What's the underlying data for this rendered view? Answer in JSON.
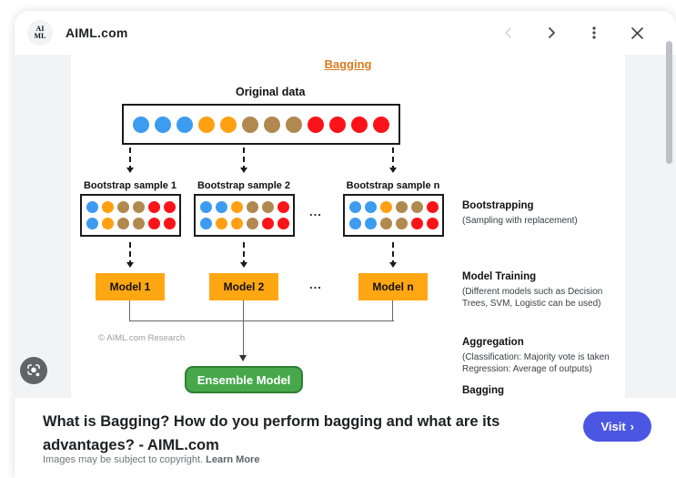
{
  "header": {
    "title": "AIML.com",
    "avatar_line1": "AI",
    "avatar_line2": "ML"
  },
  "diagram": {
    "title": "Bagging",
    "original_label": "Original data",
    "original_dots": [
      "blue",
      "blue",
      "blue",
      "orange",
      "orange",
      "brown",
      "brown",
      "brown",
      "red",
      "red",
      "red",
      "red"
    ],
    "dot_colors": {
      "blue": "#3D9BF0",
      "orange": "#FFA013",
      "brown": "#B0894F",
      "red": "#FA1419"
    },
    "samples": [
      {
        "label": "Bootstrap sample 1",
        "rows": [
          [
            "blue",
            "orange",
            "brown",
            "brown",
            "red",
            "red"
          ],
          [
            "blue",
            "orange",
            "brown",
            "brown",
            "red",
            "red"
          ]
        ]
      },
      {
        "label": "Bootstrap sample 2",
        "rows": [
          [
            "blue",
            "blue",
            "orange",
            "brown",
            "brown",
            "red"
          ],
          [
            "blue",
            "orange",
            "orange",
            "brown",
            "red",
            "red"
          ]
        ]
      },
      {
        "label": "Bootstrap sample n",
        "rows": [
          [
            "blue",
            "blue",
            "orange",
            "brown",
            "brown",
            "red"
          ],
          [
            "blue",
            "blue",
            "brown",
            "brown",
            "red",
            "red"
          ]
        ]
      }
    ],
    "ellipsis": "...",
    "models": [
      "Model 1",
      "Model 2",
      "Model n"
    ],
    "ensemble_label": "Ensemble Model",
    "watermark": "© AIML.com Research",
    "annotations": [
      {
        "title": "Bootstrapping",
        "desc": "(Sampling with replacement)"
      },
      {
        "title": "Model Training",
        "desc": "(Different models such as Decision\nTrees, SVM, Logistic can be used)"
      },
      {
        "title": "Aggregation",
        "desc": "(Classification: Majority vote is taken\nRegression: Average of outputs)"
      },
      {
        "title": "Bagging",
        "desc": ""
      }
    ],
    "colors": {
      "title_color": "#DD7A1F",
      "model_box": "#FFA713",
      "ensemble_bg": "#46A84B",
      "ensemble_border": "#2F7D32"
    }
  },
  "footer": {
    "heading": "What is Bagging? How do you perform bagging and what are its advantages? - AIML.com",
    "copyright": "Images may be subject to copyright.",
    "learn_more": "Learn More",
    "visit_label": "Visit",
    "visit_chevron": "›",
    "visit_color": "#4B57E3"
  }
}
